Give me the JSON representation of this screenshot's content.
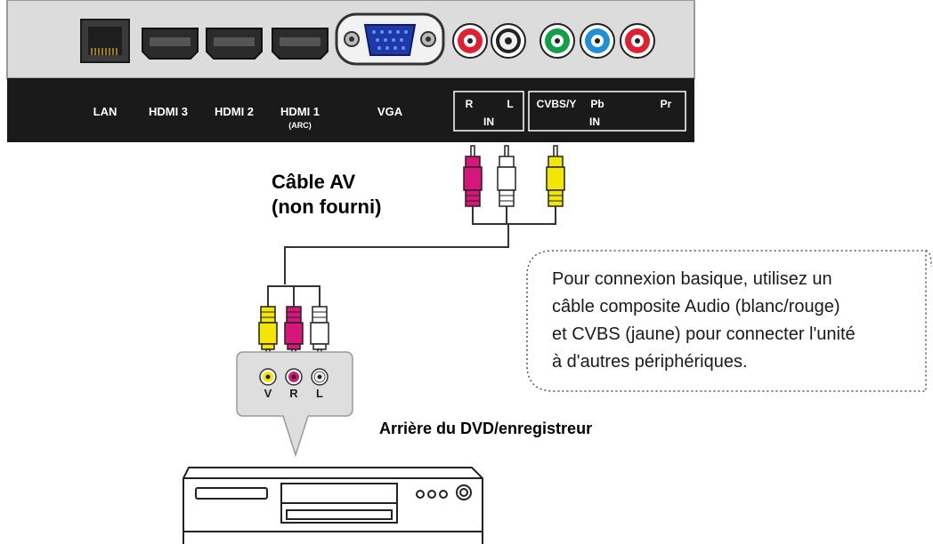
{
  "panel": {
    "labels": {
      "lan": "LAN",
      "hdmi3": "HDMI 3",
      "hdmi2": "HDMI 2",
      "hdmi1": "HDMI 1",
      "hdmi1_sub": "(ARC)",
      "vga": "VGA",
      "audio_r": "R",
      "audio_l": "L",
      "audio_in": "IN",
      "cvbs": "CVBS/Y",
      "pb": "Pb",
      "pr": "Pr",
      "component_in": "IN"
    }
  },
  "cable_label": {
    "line1": "Câble AV",
    "line2": "(non fourni)"
  },
  "note": {
    "line1": "Pour connexion basique, utilisez un",
    "line2": "câble composite Audio (blanc/rouge)",
    "line3": "et CVBS (jaune) pour connecter l'unité",
    "line4": "à d'autres périphériques."
  },
  "dvd_jacks": {
    "v": "V",
    "r": "R",
    "l": "L"
  },
  "dvd_caption": "Arrière du DVD/enregistreur",
  "colors": {
    "yellow": "#f3e600",
    "red": "#d8157a",
    "white": "#ffffff",
    "green": "#11a046",
    "blue": "#1e8fd8",
    "panel_bg": "#dcdcdc",
    "label_bar": "#1a1a1a"
  }
}
